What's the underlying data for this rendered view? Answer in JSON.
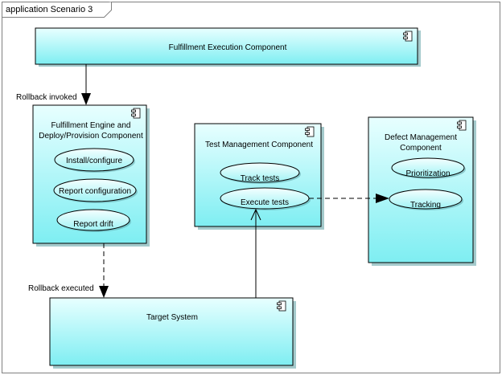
{
  "frame": {
    "title": "application Scenario 3"
  },
  "components": {
    "fulfillment_execution": {
      "label": "Fulfillment Execution Component"
    },
    "fulfillment_engine": {
      "label_line1": "Fulfillment Engine and",
      "label_line2": "Deploy/Provision Component"
    },
    "test_management": {
      "label": "Test Management Component"
    },
    "defect_management": {
      "label_line1": "Defect Management",
      "label_line2": "Component"
    },
    "target_system": {
      "label": "Target System"
    }
  },
  "usecases": {
    "install_configure": "Install/configure",
    "report_configuration": "Report configuration",
    "report_drift": "Report drift",
    "track_tests": "Track tests",
    "execute_tests": "Execute tests",
    "prioritization": "Prioritization",
    "tracking": "Tracking"
  },
  "connectors": {
    "rollback_invoked": "Rollback invoked",
    "rollback_executed": "Rollback executed"
  },
  "colors": {
    "component_fill_top": "#e8ffff",
    "component_fill_bottom": "#7eeef2",
    "usecase_fill_top": "#f4ffff",
    "usecase_fill_bottom": "#9ff3f5",
    "line": "#000000",
    "frame_border": "#808080"
  }
}
